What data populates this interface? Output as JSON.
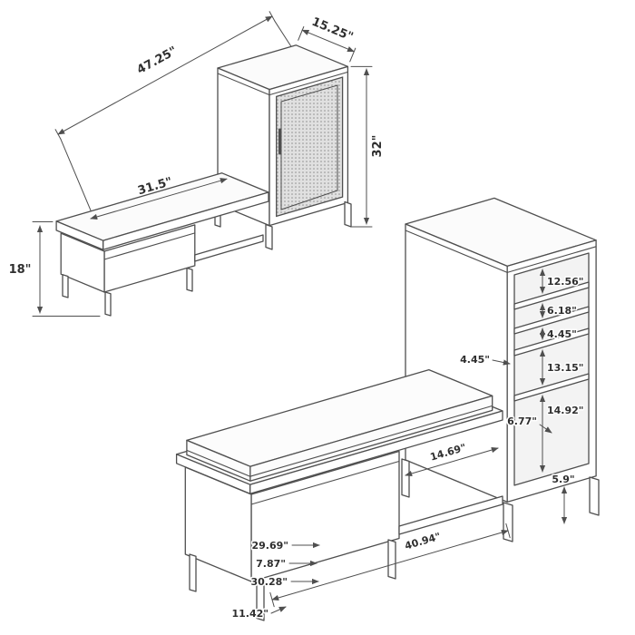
{
  "colors": {
    "line": "#4f4f4f",
    "text": "#2f2f2f",
    "bg": "#ffffff",
    "mesh_bg": "#e0e0e0",
    "cushion": "#fcfcfc"
  },
  "small": {
    "dims": {
      "overall_length": "47.25\"",
      "top_depth": "15.25\"",
      "cabinet_height": "32\"",
      "bench_top_length": "31.5\"",
      "bench_height": "18\""
    }
  },
  "large": {
    "dims": {
      "shelf_gap_1": "12.56\"",
      "shelf_gap_2": "6.18\"",
      "shelf_gap_3": "4.45\"",
      "shelf_gap_4": "13.15\"",
      "shelf_inset": "4.45\"",
      "shelf_gap_bottom": "14.92\"",
      "base_gap": "6.77\"",
      "open_section_width": "14.69\"",
      "leg_height": "5.9\"",
      "bench_top_width": "29.69\"",
      "bench_frame_height": "7.87\"",
      "bench_bottom_width": "30.28\"",
      "front_length": "40.94\"",
      "left_depth": "11.42\""
    }
  }
}
